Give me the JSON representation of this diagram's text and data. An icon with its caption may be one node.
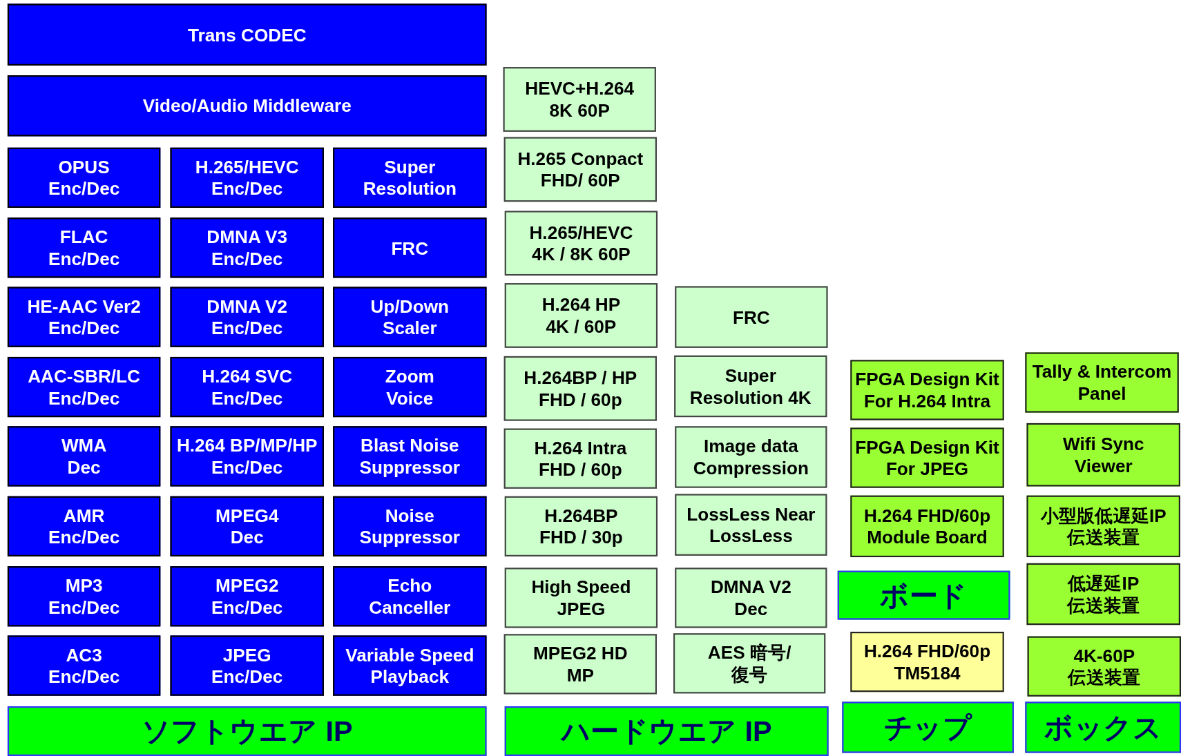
{
  "diagram": {
    "nodes": [
      {
        "text": [
          "Trans CODEC"
        ]
      },
      {
        "text": [
          "Video/Audio Middleware"
        ]
      },
      {
        "text": [
          "OPUS Enc/Dec"
        ]
      },
      {
        "text": [
          "H.265/HEVC Enc/Dec"
        ]
      },
      {
        "text": [
          "Super Resolution"
        ]
      },
      {
        "text": [
          "FLAC Enc/Dec"
        ]
      },
      {
        "text": [
          "DMNA V3 Enc/Dec"
        ]
      },
      {
        "text": [
          "FRC"
        ]
      },
      {
        "text": [
          "HE-AAC Ver2 Enc/Dec"
        ]
      },
      {
        "text": [
          "DMNA V2 Enc/Dec"
        ]
      },
      {
        "text": [
          "Up/Down Scaler"
        ]
      },
      {
        "text": [
          "AAC-SBR/LC Enc/Dec"
        ]
      },
      {
        "text": [
          "H.264 SVC Enc/Dec"
        ]
      },
      {
        "text": [
          "Zoom Voice"
        ]
      },
      {
        "text": [
          "WMA Dec"
        ]
      },
      {
        "text": [
          "H.264 BP/MP/HP Enc/Dec"
        ]
      },
      {
        "text": [
          "Blast Noise Suppressor"
        ]
      },
      {
        "text": [
          "AMR Enc/Dec"
        ]
      },
      {
        "text": [
          "MPEG4 Dec"
        ]
      },
      {
        "text": [
          "Noise Suppressor"
        ]
      },
      {
        "text": [
          "MP3 Enc/Dec"
        ]
      },
      {
        "text": [
          "MPEG2 Enc/Dec"
        ]
      },
      {
        "text": [
          "Echo Canceller"
        ]
      },
      {
        "text": [
          "AC3 Enc/Dec"
        ]
      },
      {
        "text": [
          "JPEG Enc/Dec"
        ]
      },
      {
        "text": [
          "Variable Speed Playback"
        ]
      },
      {
        "text": [
          "ソフトウエア IP"
        ]
      },
      {
        "text": [
          "HEVC+H.264 8K 60P"
        ]
      },
      {
        "text": [
          "H.265 Conpact FHD/ 60P"
        ]
      },
      {
        "text": [
          "H.265/HEVC 4K / 8K 60P"
        ]
      },
      {
        "text": [
          "H.264 HP 4K / 60P"
        ]
      },
      {
        "text": [
          "FRC"
        ]
      },
      {
        "text": [
          "H.264BP / HP FHD / 60p"
        ]
      },
      {
        "text": [
          "Super Resolution 4K"
        ]
      },
      {
        "text": [
          "H.264 Intra FHD / 60p"
        ]
      },
      {
        "text": [
          "Image data Compression"
        ]
      },
      {
        "text": [
          "H.264BP FHD / 30p"
        ]
      },
      {
        "text": [
          "LossLess Near LossLess"
        ]
      },
      {
        "text": [
          "High Speed JPEG"
        ]
      },
      {
        "text": [
          "DMNA V2 Dec"
        ]
      },
      {
        "text": [
          "MPEG2 HD MP"
        ]
      },
      {
        "text": [
          "AES 暗号/復号"
        ]
      },
      {
        "text": [
          "ハードウエア IP"
        ]
      },
      {
        "text": [
          "FPGA Design Kit For H.264 Intra"
        ]
      },
      {
        "text": [
          "FPGA Design Kit For JPEG"
        ]
      },
      {
        "text": [
          "H.264 FHD/60p Module Board"
        ]
      },
      {
        "text": [
          "ボード"
        ]
      },
      {
        "text": [
          "H.264 FHD/60p TM5184"
        ]
      },
      {
        "text": [
          "チップ"
        ]
      },
      {
        "text": [
          "Tally & Intercom Panel"
        ]
      },
      {
        "text": [
          "Wifi Sync Viewer"
        ]
      },
      {
        "text": [
          "小型版低遅延IP 伝送装置"
        ]
      },
      {
        "text": [
          "低遅延IP 伝送装置"
        ]
      },
      {
        "text": [
          "4K-60P 伝送装置"
        ]
      },
      {
        "text": [
          "ボックス"
        ]
      }
    ]
  }
}
